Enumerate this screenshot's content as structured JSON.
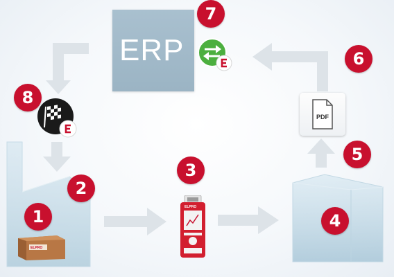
{
  "erp": {
    "label": "ERP"
  },
  "pdf": {
    "label": "PDF"
  },
  "product_box": {
    "brand": "ELPRO"
  },
  "logger": {
    "brand": "ELPRO"
  },
  "steps": [
    "1",
    "2",
    "3",
    "4",
    "5",
    "6",
    "7",
    "8"
  ],
  "colors": {
    "accent_red": "#c8102e",
    "erp_box": "#a9c0cf",
    "arrow": "#dfe4e8",
    "sync_green": "#4caf3f"
  },
  "icons": [
    "package-box-icon",
    "factory-building-icon",
    "data-logger-icon",
    "warehouse-icon",
    "pdf-document-icon",
    "sync-arrows-icon",
    "race-flag-icon",
    "elpro-logo-icon"
  ]
}
